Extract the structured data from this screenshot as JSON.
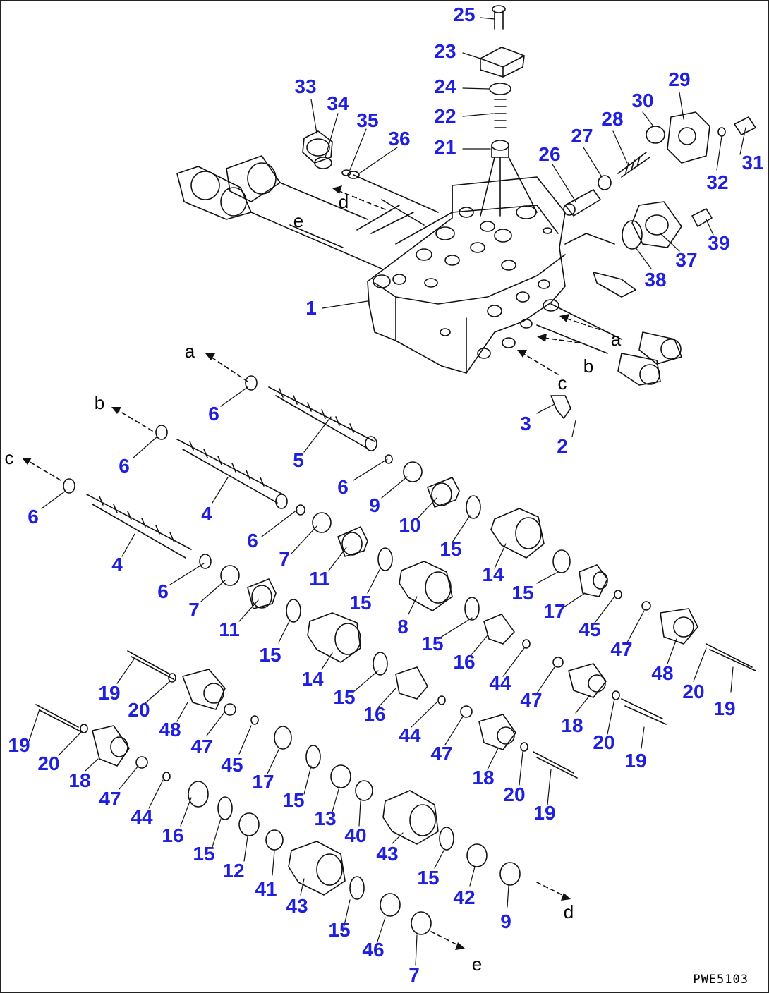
{
  "colors": {
    "callout": "#1f1fe0",
    "line": "#111111",
    "letter": "#111111"
  },
  "drawing_code": "PWE5103",
  "part_numbers": [
    "25",
    "23",
    "24",
    "22",
    "21",
    "33",
    "34",
    "35",
    "36",
    "29",
    "30",
    "28",
    "27",
    "26",
    "31",
    "32",
    "39",
    "37",
    "38",
    "1",
    "3",
    "2",
    "6",
    "5",
    "9",
    "10",
    "15",
    "14",
    "17",
    "45",
    "47",
    "48",
    "20",
    "19",
    "4",
    "7",
    "11",
    "8",
    "16",
    "44",
    "18",
    "12",
    "13",
    "40",
    "41",
    "46",
    "42",
    "43",
    "  "
  ],
  "flow_letters": [
    "a",
    "b",
    "c",
    "d",
    "e"
  ]
}
